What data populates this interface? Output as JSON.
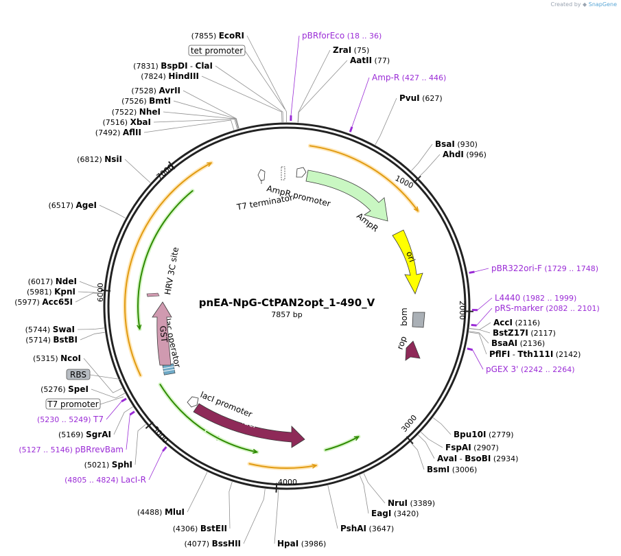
{
  "header": {
    "created_by": "Created by",
    "brand": "SnapGene",
    "brand_icon": "snapgene-logo-icon"
  },
  "plasmid": {
    "name": "pnEA-NpG-CtPAN2opt_1-490_V",
    "size_label": "7857 bp",
    "length": 7857
  },
  "ticks": [
    {
      "bp": 1000,
      "label": "1000"
    },
    {
      "bp": 2000,
      "label": "2000"
    },
    {
      "bp": 3000,
      "label": "3000"
    },
    {
      "bp": 4000,
      "label": "4000"
    },
    {
      "bp": 5000,
      "label": "5000"
    },
    {
      "bp": 6000,
      "label": "6000"
    },
    {
      "bp": 7000,
      "label": "7000"
    }
  ],
  "enzymes": [
    {
      "bp": 7855,
      "name": "EcoRI",
      "pos": "(7855)"
    },
    {
      "bp": 7831,
      "name": "BspDI",
      "pos": "(7831)",
      "name2": "ClaI"
    },
    {
      "bp": 7824,
      "name": "HindIII",
      "pos": "(7824)"
    },
    {
      "bp": 7528,
      "name": "AvrII",
      "pos": "(7528)"
    },
    {
      "bp": 7526,
      "name": "BmtI",
      "pos": "(7526)"
    },
    {
      "bp": 7522,
      "name": "NheI",
      "pos": "(7522)"
    },
    {
      "bp": 7516,
      "name": "XbaI",
      "pos": "(7516)"
    },
    {
      "bp": 7492,
      "name": "AflII",
      "pos": "(7492)"
    },
    {
      "bp": 6812,
      "name": "NsiI",
      "pos": "(6812)"
    },
    {
      "bp": 6517,
      "name": "AgeI",
      "pos": "(6517)"
    },
    {
      "bp": 6017,
      "name": "NdeI",
      "pos": "(6017)"
    },
    {
      "bp": 5981,
      "name": "KpnI",
      "pos": "(5981)"
    },
    {
      "bp": 5977,
      "name": "Acc65I",
      "pos": "(5977)"
    },
    {
      "bp": 5744,
      "name": "SwaI",
      "pos": "(5744)"
    },
    {
      "bp": 5714,
      "name": "BstBI",
      "pos": "(5714)"
    },
    {
      "bp": 5315,
      "name": "NcoI",
      "pos": "(5315)"
    },
    {
      "bp": 5276,
      "name": "SpeI",
      "pos": "(5276)"
    },
    {
      "bp": 5169,
      "name": "SgrAI",
      "pos": "(5169)"
    },
    {
      "bp": 5021,
      "name": "SphI",
      "pos": "(5021)"
    },
    {
      "bp": 4488,
      "name": "MluI",
      "pos": "(4488)"
    },
    {
      "bp": 4306,
      "name": "BstEII",
      "pos": "(4306)"
    },
    {
      "bp": 4077,
      "name": "BssHII",
      "pos": "(4077)"
    },
    {
      "bp": 3986,
      "name": "HpaI",
      "pos": "(3986)"
    },
    {
      "bp": 3647,
      "name": "PshAI",
      "pos": "(3647)"
    },
    {
      "bp": 3420,
      "name": "EagI",
      "pos": "(3420)"
    },
    {
      "bp": 3389,
      "name": "NruI",
      "pos": "(3389)"
    },
    {
      "bp": 3006,
      "name": "BsmI",
      "pos": "(3006)"
    },
    {
      "bp": 2934,
      "name": "AvaI",
      "pos": "(2934)",
      "name2": "BsoBI"
    },
    {
      "bp": 2907,
      "name": "FspAI",
      "pos": "(2907)"
    },
    {
      "bp": 2779,
      "name": "Bpu10I",
      "pos": "(2779)"
    },
    {
      "bp": 2142,
      "name": "PflFI",
      "pos": "(2142)",
      "name2": "Tth111I"
    },
    {
      "bp": 2136,
      "name": "BsaAI",
      "pos": "(2136)"
    },
    {
      "bp": 2117,
      "name": "BstZ17I",
      "pos": "(2117)"
    },
    {
      "bp": 2116,
      "name": "AccI",
      "pos": "(2116)"
    },
    {
      "bp": 996,
      "name": "AhdI",
      "pos": "(996)"
    },
    {
      "bp": 930,
      "name": "BsaI",
      "pos": "(930)"
    },
    {
      "bp": 627,
      "name": "PvuI",
      "pos": "(627)"
    },
    {
      "bp": 77,
      "name": "AatII",
      "pos": "(77)"
    },
    {
      "bp": 75,
      "name": "ZraI",
      "pos": "(75)"
    }
  ],
  "primers": [
    {
      "bp": 27,
      "name": "pBRforEco",
      "range": "(18 .. 36)"
    },
    {
      "bp": 436,
      "name": "Amp-R",
      "range": "(427 .. 446)"
    },
    {
      "bp": 1738,
      "name": "pBR322ori-F",
      "range": "(1729 .. 1748)"
    },
    {
      "bp": 1990,
      "name": "L4440",
      "range": "(1982 .. 1999)"
    },
    {
      "bp": 2091,
      "name": "pRS-marker",
      "range": "(2082 .. 2101)"
    },
    {
      "bp": 2253,
      "name": "pGEX 3'",
      "range": "(2242 .. 2264)"
    },
    {
      "bp": 5239,
      "name": "T7",
      "range": "(5230 .. 5249)"
    },
    {
      "bp": 5136,
      "name": "pBRrevBam",
      "range": "(5127 .. 5146)"
    },
    {
      "bp": 4814,
      "name": "LacI-R",
      "range": "(4805 .. 4824)"
    }
  ],
  "boxed_features": [
    {
      "name": "tet promoter",
      "style": "white"
    },
    {
      "name": "RBS",
      "style": "gray"
    },
    {
      "name": "T7 promoter",
      "style": "white"
    }
  ],
  "features": [
    {
      "name": "AmpR promoter"
    },
    {
      "name": "T7 terminator"
    },
    {
      "name": "AmpR"
    },
    {
      "name": "ori"
    },
    {
      "name": "bom"
    },
    {
      "name": "rop"
    },
    {
      "name": "lacI promoter"
    },
    {
      "name": "lacI"
    },
    {
      "name": "lac operator"
    },
    {
      "name": "GST"
    },
    {
      "name": "HRV 3C site"
    }
  ],
  "colors": {
    "backbone": "#222222",
    "ampr": "#c9f7c2",
    "ori": "#ffff00",
    "laci": "#8e2a58",
    "gst": "#d09ab0",
    "bom": "#aab0b6",
    "orf_orange": "#f2a500",
    "orf_green": "#2e8a00",
    "primer": "#9a2bd6",
    "lead_line": "#8e8e8e"
  }
}
